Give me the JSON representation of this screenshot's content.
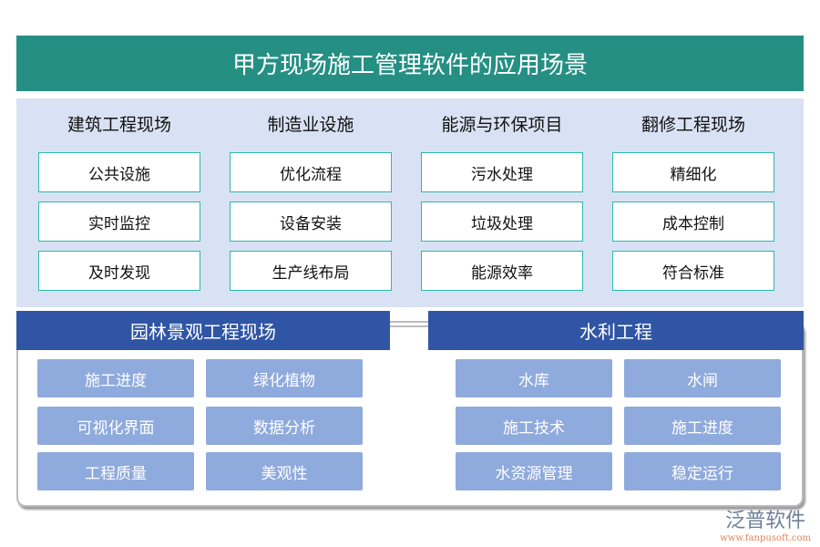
{
  "title": "甲方现场施工管理软件的应用场景",
  "top_columns": [
    {
      "heading": "建筑工程现场",
      "items": [
        "公共设施",
        "实时监控",
        "及时发现"
      ]
    },
    {
      "heading": "制造业设施",
      "items": [
        "优化流程",
        "设备安装",
        "生产线布局"
      ]
    },
    {
      "heading": "能源与环保项目",
      "items": [
        "污水处理",
        "垃圾处理",
        "能源效率"
      ]
    },
    {
      "heading": "翻修工程现场",
      "items": [
        "精细化",
        "成本控制",
        "符合标准"
      ]
    }
  ],
  "bottom_groups": [
    {
      "heading": "园林景观工程现场",
      "items": [
        "施工进度",
        "绿化植物",
        "可视化界面",
        "数据分析",
        "工程质量",
        "美观性"
      ]
    },
    {
      "heading": "水利工程",
      "items": [
        "水库",
        "水闸",
        "施工技术",
        "施工进度",
        "水资源管理",
        "稳定运行"
      ]
    }
  ],
  "logo": {
    "name": "泛普软件",
    "url": "www.fanpusoft.com"
  },
  "colors": {
    "title": "#258f84",
    "panel": "#d9e2f4",
    "box_border": "#2ab8ac",
    "group_header": "#2f55a4",
    "group_button": "#8faadc"
  }
}
